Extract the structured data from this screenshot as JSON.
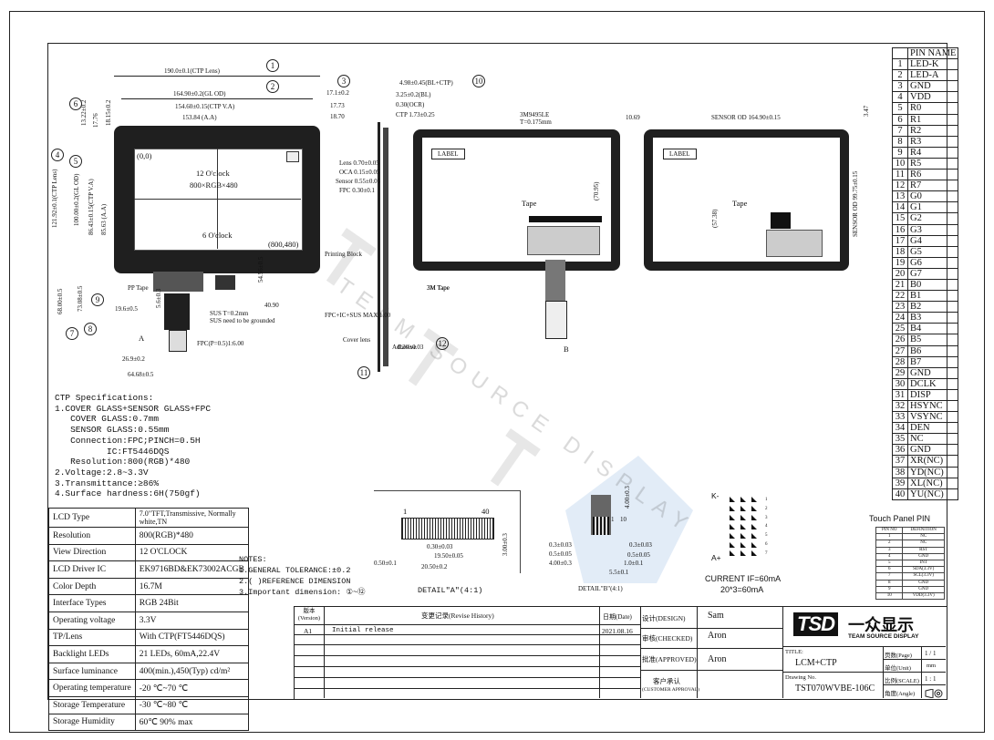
{
  "front_view": {
    "origin_label": "(0,0)",
    "clock12": "12 O'clock",
    "resolution_text": "800×RGB×480",
    "clock6": "6 O'clock",
    "corner_label": "(800,480)",
    "dim_top_1": "190.0±0.1(CTP Lens)",
    "dim_top_2": "164.90±0.2(GL OD)",
    "dim_top_3": "154.60±0.15(CTP V.A)",
    "dim_top_4": "153.84 (A.A)",
    "dim_left_1": "121.92±0.1(CTP Lens)",
    "dim_left_2": "100.00±0.2(GL OD)",
    "dim_left_3": "86.43±0.15(CTP V.A)",
    "dim_left_4": "85.63 (A.A)",
    "dim_left_5": "68.00±0.5",
    "dim_left_6": "73.08±0.5",
    "dim_13": "13.22±0.2",
    "dim_17": "17.76",
    "dim_18": "18.15±0.2",
    "pp_tape": "PP Tape",
    "sus_label": "SUS T=0.2mm",
    "sus_note": "SUS need to be grounded",
    "fpc_label": "FPC(P=0.5)1:6.00",
    "dim_64": "64.68±0.5",
    "dim_26": "26.9±0.2",
    "dim_40": "40.90",
    "dim_54": "54.56±0.5",
    "dim_19": "19.6±0.5",
    "dim_fpc": "5.6±0.3",
    "detail_a": "A"
  },
  "side_view": {
    "dim_1": "17.1±0.2",
    "dim_2": "17.73",
    "dim_3": "18.70",
    "dim_total": "4.98±0.45(BL+CTP)",
    "dim_bl": "3.25±0.2(BL)",
    "dim_ocr": "0.30(OCR)",
    "dim_ctp": "CTP 1.73±0.25",
    "printing_block": "Printing Block",
    "lens_label": "Lens 0.70±0.05",
    "oca_label": "OCA 0.15±0.05",
    "sensor_label": "Sensor 0.55±0.05",
    "fpc_label": "FPC 0.30±0.1",
    "3m_tape": "3M Tape",
    "fpc_ic": "FPC+IC+SUS MAX 1.00",
    "adhesive": "Adhesive",
    "dim_03": "0.30±0.03",
    "cover_label": "Cover lens"
  },
  "back_view_1": {
    "label_box": "LABEL",
    "tape_label": "Tape",
    "dim_70": "(70.95)",
    "3m_tape": "3M Tape",
    "foam": "3M9495LE T=0.175mm",
    "detail_b": "B"
  },
  "back_view_2": {
    "label_box": "LABEL",
    "tape_label": "Tape",
    "dim_top": "SENSOR OD 164.90±0.15",
    "dim_right": "SENSOR OD 99.75±0.15",
    "dim_left": "(57.38)",
    "dim_3": "3.47",
    "dim_10": "10.69"
  },
  "pin_table": {
    "header": "PIN NAME",
    "pins": [
      "LED-K",
      "LED-A",
      "GND",
      "VDD",
      "R0",
      "R1",
      "R2",
      "R3",
      "R4",
      "R5",
      "R6",
      "R7",
      "G0",
      "G1",
      "G2",
      "G3",
      "G4",
      "G5",
      "G6",
      "G7",
      "B0",
      "B1",
      "B2",
      "B3",
      "B4",
      "B5",
      "B6",
      "B7",
      "GND",
      "DCLK",
      "DISP",
      "HSYNC",
      "VSYNC",
      "DEN",
      "NC",
      "GND",
      "XR(NC)",
      "YD(NC)",
      "XL(NC)",
      "YU(NC)"
    ]
  },
  "ctp_specs": {
    "title": "CTP Specifications:",
    "lines": [
      "1.COVER GLASS+SENSOR GLASS+FPC",
      "   COVER GLASS:0.7mm",
      "   SENSOR GLASS:0.55mm",
      "   Connection:FPC;PINCH=0.5H",
      "          IC:FT5446DQS",
      "   Resolution:800(RGB)*480",
      "2.Voltage:2.8~3.3V",
      "3.Transmittance:≥86%",
      "4.Surface hardness:6H(750gf)"
    ]
  },
  "lcd_table": [
    {
      "k": "LCD Type",
      "v": "7.0\"TFT,Transmissive, Normally white,TN"
    },
    {
      "k": "Resolution",
      "v": "800(RGB)*480"
    },
    {
      "k": "View Direction",
      "v": "12 O'CLOCK"
    },
    {
      "k": "LCD Driver IC",
      "v": "EK9716BD&EK73002ACGB"
    },
    {
      "k": "Color Depth",
      "v": "16.7M"
    },
    {
      "k": "Interface Types",
      "v": "RGB 24Bit"
    },
    {
      "k": "Operating voltage",
      "v": "3.3V"
    },
    {
      "k": "TP/Lens",
      "v": "With CTP(FT5446DQS)"
    },
    {
      "k": "Backlight LEDs",
      "v": "21 LEDs, 60mA,22.4V"
    },
    {
      "k": "Surface luminance",
      "v": "400(min.),450(Typ) cd/m²"
    },
    {
      "k": "Operating temperature",
      "v": "-20 ℃~70 ℃"
    },
    {
      "k": "Storage Temperature",
      "v": "-30 ℃~80 ℃"
    },
    {
      "k": "Storage Humidity",
      "v": "60℃ 90% max"
    }
  ],
  "notes": {
    "title": "NOTES:",
    "line1": "1.GENERAL TOLERANCE:±0.2",
    "line2": "2.(  )REFERENCE DIMENSION",
    "line3": "3.Important dimension: ①~⑫"
  },
  "detail_a": {
    "pin1": "1",
    "pin40": "40",
    "caption": "DETAIL\"A\"(4:1)",
    "dim_1": "0.30±0.03",
    "dim_2": "19.50±0.05",
    "dim_3": "20.50±0.2",
    "dim_4": "0.50±0.1",
    "dim_5": "3.00±0.3"
  },
  "detail_b": {
    "pin1": "1",
    "pin10": "10",
    "caption": "DETAIL\"B\"(4:1)",
    "dim_1": "4.00±0.3",
    "dim_2": "0.3±0.03",
    "dim_3": "0.5±0.05",
    "dim_4": "1.0±0.1",
    "dim_5": "5.5±0.1"
  },
  "led_circuit": {
    "k_label": "K-",
    "a_label": "A+",
    "current": "CURRENT IF=60mA",
    "formula": "20*3=60mA",
    "rows": [
      "1",
      "2",
      "3",
      "4",
      "5",
      "6",
      "7"
    ]
  },
  "touch_panel": {
    "title": "Touch Panel PIN",
    "header": [
      "PIN NO",
      "DEFINITION"
    ],
    "rows": [
      [
        "1",
        "NC"
      ],
      [
        "2",
        "NC"
      ],
      [
        "3",
        "RST"
      ],
      [
        "4",
        "GND"
      ],
      [
        "5",
        "INT"
      ],
      [
        "6",
        "SDA(3.3V)"
      ],
      [
        "7",
        "SCL(3.3V)"
      ],
      [
        "8",
        "GND"
      ],
      [
        "9",
        "GND"
      ],
      [
        "10",
        "VDD(3.3V)"
      ]
    ]
  },
  "title_block": {
    "version_header": "版本\n(Version)",
    "history_header": "变更记录(Revise History)",
    "date_header": "日期(Date)",
    "version": "A1",
    "history": "Initial release",
    "date": "2021.08.16",
    "design_label": "设计(DESIGN)",
    "design_name": "Sam",
    "checked_label": "审核(CHECKED)",
    "checked_name": "Aron",
    "approved_label": "批准(APPROVED)",
    "approved_name": "Aron",
    "customer_label": "客户承认",
    "customer_sub": "(CUSTOMER APPROVAL)",
    "title_label": "TITLE:",
    "title_value": "LCM+CTP",
    "drawing_label": "Drawing No.",
    "drawing_value": "TST070WVBE-106C",
    "page_label": "页数(Page)",
    "page_value": "1 / 1",
    "unit_label": "单位(Unit)",
    "unit_value": "mm",
    "scale_label": "比例(SCALE)",
    "scale_value": "1 : 1",
    "angle_label": "角度(Angle)",
    "logo_text": "TSD",
    "logo_cn": "一众显示",
    "logo_en": "TEAM SOURCE DISPLAY"
  },
  "watermark": "TEAM SOURCE DISPLAY",
  "circle_marks": [
    "1",
    "2",
    "3",
    "4",
    "5",
    "6",
    "7",
    "8",
    "9",
    "10",
    "11",
    "12"
  ]
}
